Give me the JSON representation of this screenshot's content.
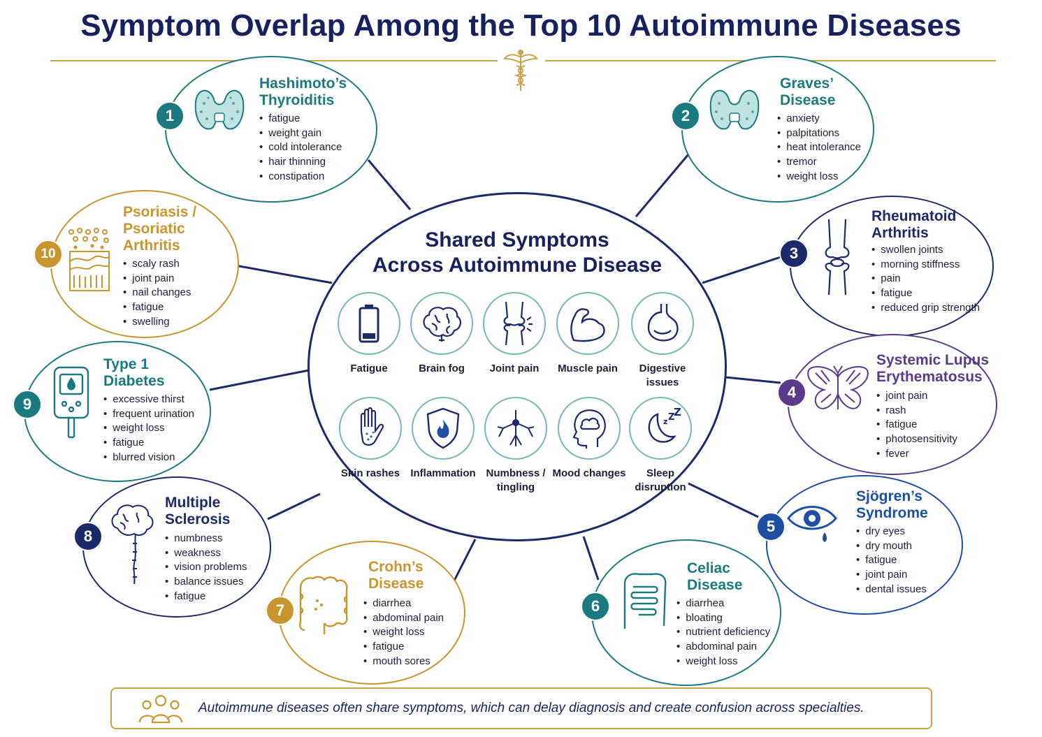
{
  "title": "Symptom Overlap Among the Top 10 Autoimmune Diseases",
  "center": {
    "title_line1": "Shared Symptoms",
    "title_line2": "Across Autoimmune Disease",
    "symptoms": [
      {
        "label": "Fatigue",
        "icon": "battery-low-icon"
      },
      {
        "label": "Brain fog",
        "icon": "brain-icon"
      },
      {
        "label": "Joint pain",
        "icon": "knee-joint-icon"
      },
      {
        "label": "Muscle pain",
        "icon": "flexed-arm-icon"
      },
      {
        "label": "Digestive issues",
        "icon": "stomach-icon"
      },
      {
        "label": "Skin rashes",
        "icon": "hand-rash-icon"
      },
      {
        "label": "Inflammation",
        "icon": "flame-shield-icon"
      },
      {
        "label": "Numbness / tingling",
        "icon": "nerve-cell-icon"
      },
      {
        "label": "Mood changes",
        "icon": "head-cloud-icon"
      },
      {
        "label": "Sleep disruption",
        "icon": "moon-zzz-icon"
      }
    ]
  },
  "diseases": [
    {
      "number": "1",
      "name": "Hashimoto’s Thyroiditis",
      "color": "#1b7a80",
      "icon": "thyroid-icon",
      "symptoms": [
        "fatigue",
        "weight gain",
        "cold intolerance",
        "hair thinning",
        "constipation"
      ]
    },
    {
      "number": "2",
      "name": "Graves’ Disease",
      "color": "#1b7a80",
      "icon": "thyroid-icon",
      "symptoms": [
        "anxiety",
        "palpitations",
        "heat intolerance",
        "tremor",
        "weight loss"
      ]
    },
    {
      "number": "3",
      "name": "Rheumatoid Arthritis",
      "color": "#1c2a6b",
      "icon": "knee-joint-icon",
      "symptoms": [
        "swollen joints",
        "morning stiffness",
        "pain",
        "fatigue",
        "reduced grip strength"
      ]
    },
    {
      "number": "4",
      "name": "Systemic Lupus Erythematosus",
      "color": "#5b3a8a",
      "icon": "butterfly-icon",
      "symptoms": [
        "joint pain",
        "rash",
        "fatigue",
        "photosensitivity",
        "fever"
      ]
    },
    {
      "number": "5",
      "name": "Sjögren’s Syndrome",
      "color": "#1e4fa3",
      "icon": "eye-tear-icon",
      "symptoms": [
        "dry eyes",
        "dry mouth",
        "fatigue",
        "joint pain",
        "dental issues"
      ]
    },
    {
      "number": "6",
      "name": "Celiac Disease",
      "color": "#1b7a80",
      "icon": "intestine-icon",
      "symptoms": [
        "diarrhea",
        "bloating",
        "nutrient deficiency",
        "abdominal pain",
        "weight loss"
      ]
    },
    {
      "number": "7",
      "name": "Crohn’s Disease",
      "color": "#c8952e",
      "icon": "intestine-icon",
      "symptoms": [
        "diarrhea",
        "abdominal pain",
        "weight loss",
        "fatigue",
        "mouth sores"
      ]
    },
    {
      "number": "8",
      "name": "Multiple Sclerosis",
      "color": "#1c2a6b",
      "icon": "brain-spine-icon",
      "symptoms": [
        "numbness",
        "weakness",
        "vision problems",
        "balance issues",
        "fatigue"
      ]
    },
    {
      "number": "9",
      "name": "Type 1 Diabetes",
      "color": "#1b7a80",
      "icon": "glucose-meter-icon",
      "symptoms": [
        "excessive thirst",
        "frequent urination",
        "weight loss",
        "fatigue",
        "blurred vision"
      ]
    },
    {
      "number": "10",
      "name": "Psoriasis / Psoriatic Arthritis",
      "color": "#c8952e",
      "icon": "skin-layers-icon",
      "symptoms": [
        "scaly rash",
        "joint pain",
        "nail changes",
        "fatigue",
        "swelling"
      ]
    }
  ],
  "footer": {
    "icon": "people-group-icon",
    "text": "Autoimmune diseases often share symptoms, which can delay diagnosis and create confusion across specialties."
  },
  "colors": {
    "navy": "#16215e",
    "teal": "#1b7a80",
    "gold": "#c9a24a",
    "purple": "#5b3a8a",
    "blue": "#1e4fa3"
  }
}
